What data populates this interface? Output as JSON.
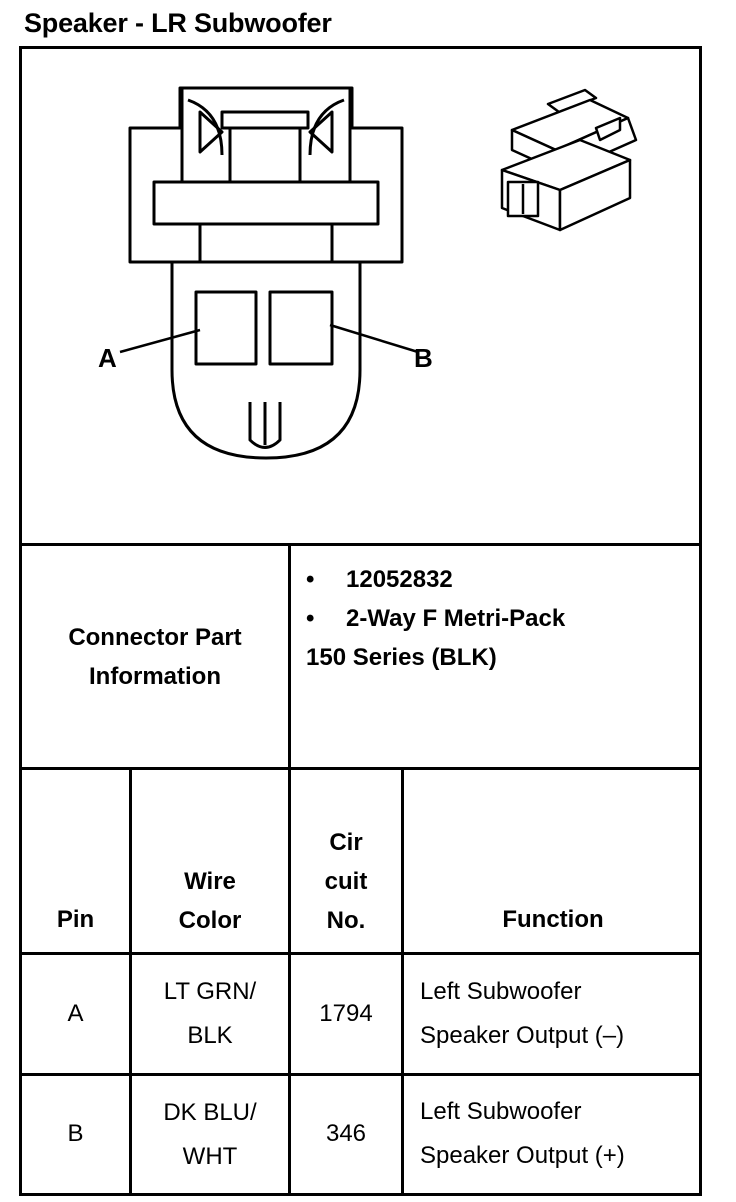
{
  "title": "Speaker - LR Subwoofer",
  "diagram": {
    "pin_labels": [
      "A",
      "B"
    ]
  },
  "connector_info": {
    "label_line1": "Connector Part",
    "label_line2": "Information",
    "bullets": [
      "12052832",
      "2-Way F Metri-Pack"
    ],
    "extra_line": "150 Series (BLK)"
  },
  "table": {
    "headers": {
      "pin": "Pin",
      "wire_color_1": "Wire",
      "wire_color_2": "Color",
      "circuit_1": "Cir",
      "circuit_2": "cuit",
      "circuit_3": "No.",
      "function": "Function"
    },
    "rows": [
      {
        "pin": "A",
        "wire1": "LT GRN/",
        "wire2": "BLK",
        "circuit": "1794",
        "func1": "Left Subwoofer",
        "func2": "Speaker Output (–)"
      },
      {
        "pin": "B",
        "wire1": "DK BLU/",
        "wire2": "WHT",
        "circuit": "346",
        "func1": "Left Subwoofer",
        "func2": "Speaker Output (+)"
      }
    ]
  }
}
